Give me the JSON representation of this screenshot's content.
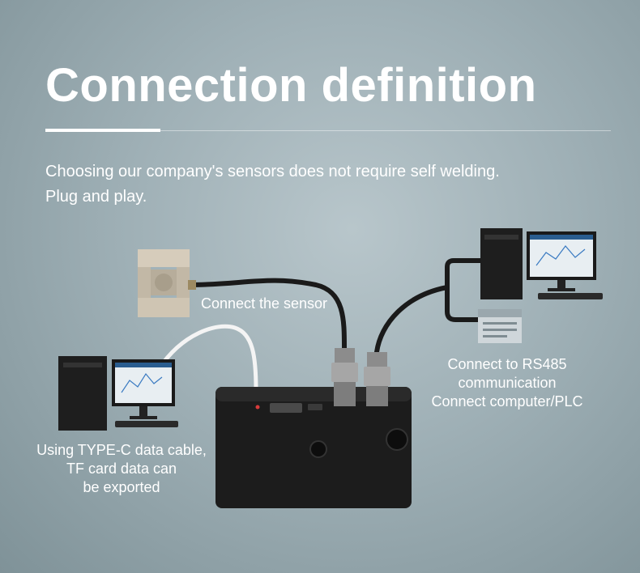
{
  "header": {
    "title": "Connection definition",
    "subtitle_lines": [
      "Choosing our company's sensors does not require self welding.",
      "Plug and play."
    ]
  },
  "labels": {
    "sensor": "Connect the sensor",
    "rs485": [
      "Connect to RS485",
      "communication",
      "Connect computer/PLC"
    ],
    "typec": [
      "Using TYPE-C data cable,",
      "TF card data can",
      "be exported"
    ]
  },
  "colors": {
    "background": "#9fb0b6",
    "text": "#ffffff",
    "device_body": "#1c1c1c",
    "cable": "#1a1a1a",
    "usb_cable": "#f4f4f4",
    "sensor_metal": "#c9bfae"
  }
}
